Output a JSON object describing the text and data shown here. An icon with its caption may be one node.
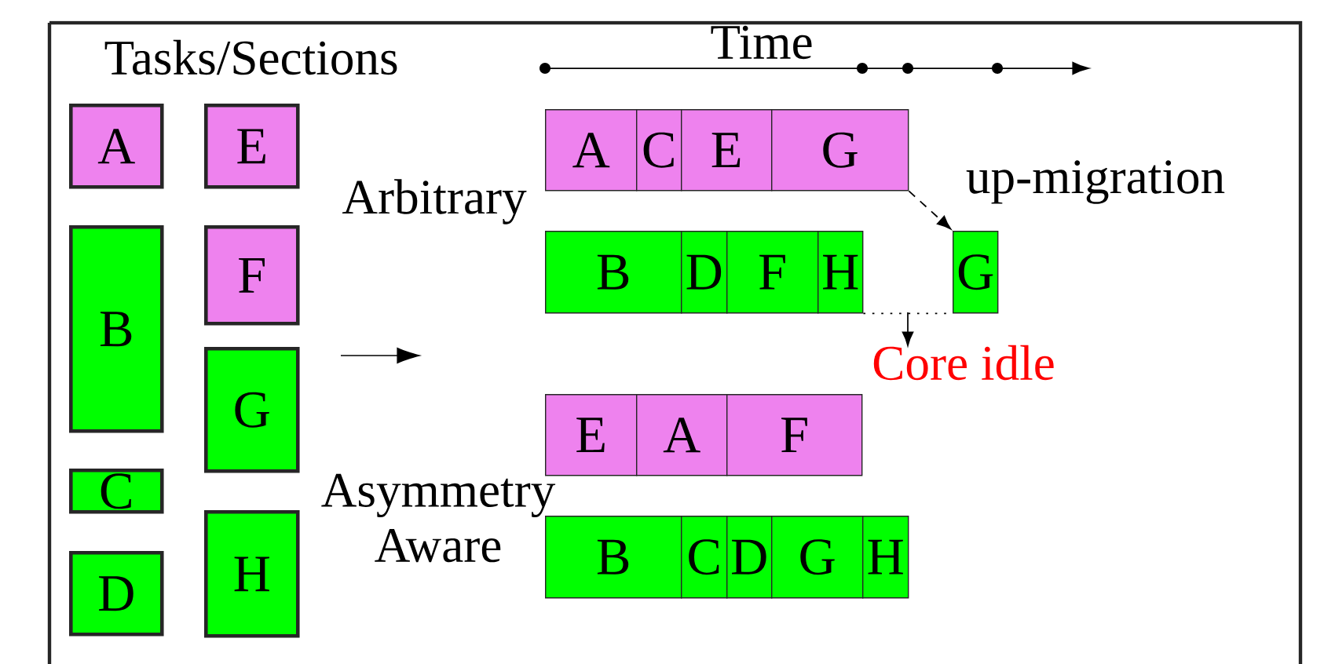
{
  "diagram": {
    "nodes": [
      {
        "text": [
          "A"
        ]
      },
      {
        "text": [
          "B"
        ]
      },
      {
        "text": [
          "C"
        ]
      },
      {
        "text": [
          "D"
        ]
      },
      {
        "text": [
          "E"
        ]
      },
      {
        "text": [
          "F"
        ]
      },
      {
        "text": [
          "G"
        ]
      },
      {
        "text": [
          "H"
        ]
      },
      {
        "text": [
          "A"
        ]
      },
      {
        "text": [
          "C"
        ]
      },
      {
        "text": [
          "E"
        ]
      },
      {
        "text": [
          "G"
        ]
      },
      {
        "text": [
          "B"
        ]
      },
      {
        "text": [
          "D"
        ]
      },
      {
        "text": [
          "F"
        ]
      },
      {
        "text": [
          "H"
        ]
      },
      {
        "text": [
          "G"
        ]
      },
      {
        "text": [
          "Core idle"
        ]
      },
      {
        "text": [
          "E"
        ]
      },
      {
        "text": [
          "A"
        ]
      },
      {
        "text": [
          "F"
        ]
      },
      {
        "text": [
          "B"
        ]
      },
      {
        "text": [
          "C"
        ]
      },
      {
        "text": [
          "D"
        ]
      },
      {
        "text": [
          "G"
        ]
      },
      {
        "text": [
          "H"
        ]
      }
    ],
    "edges": [
      {
        "from": 11,
        "to": 16,
        "arrow": "to",
        "style": "dashed"
      },
      {
        "from": 15,
        "to": 16,
        "arrow": "none",
        "style": "dashed"
      },
      {
        "from": null,
        "to": 17,
        "arrow": "to"
      }
    ],
    "labels": [
      "Tasks/Sections",
      "Time",
      "Arbitrary",
      "up-migration",
      "Asymmetry Aware"
    ]
  }
}
